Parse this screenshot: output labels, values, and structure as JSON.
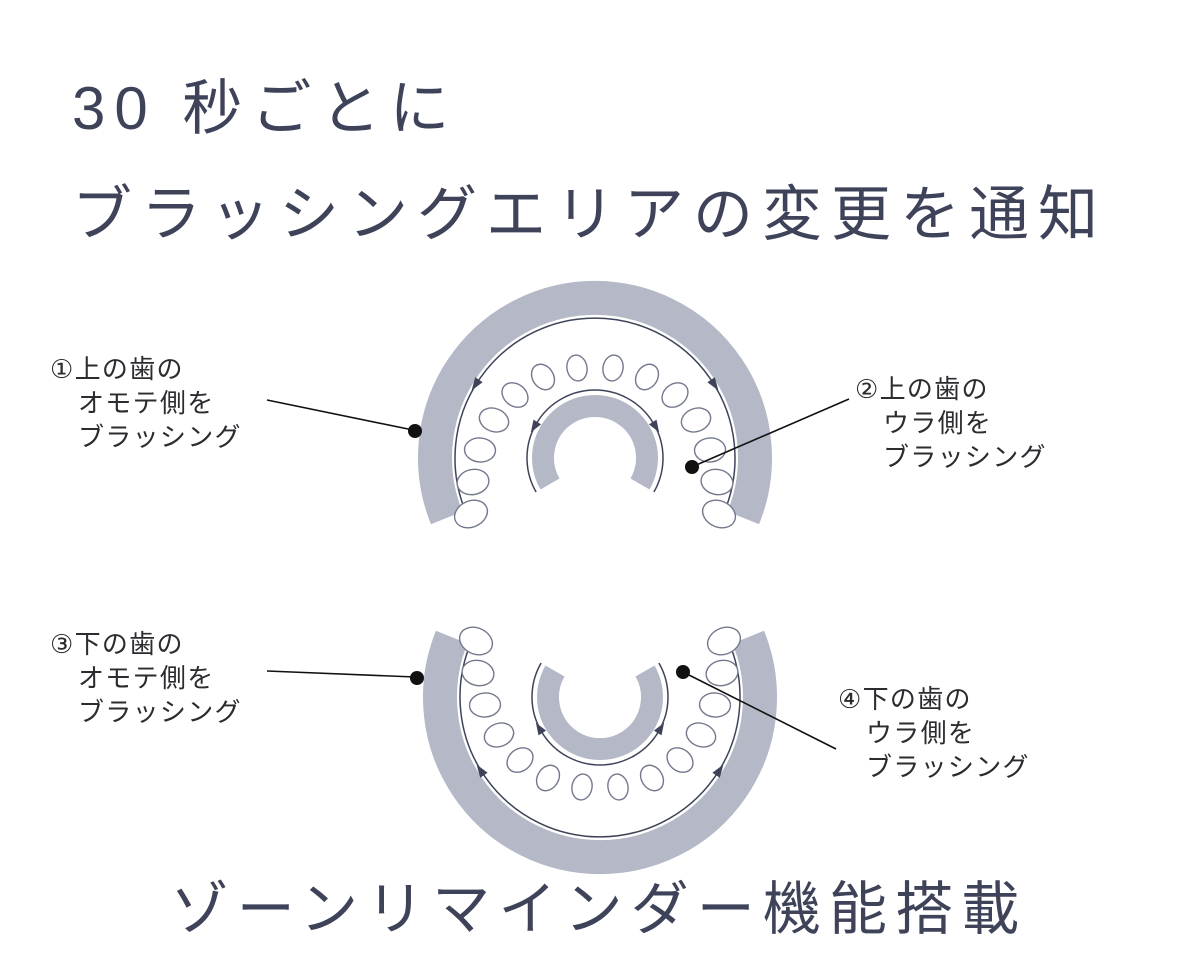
{
  "header": {
    "title_line1": "30 秒ごとに",
    "title_line2": "ブラッシングエリアの変更を通知"
  },
  "footer": {
    "title": "ゾーンリマインダー機能搭載"
  },
  "annotations": [
    {
      "lines": [
        "①上の歯の",
        "オモテ側を",
        "ブラッシング"
      ]
    },
    {
      "lines": [
        "②上の歯の",
        "ウラ側を",
        "ブラッシング"
      ]
    },
    {
      "lines": [
        "③下の歯の",
        "オモテ側を",
        "ブラッシング"
      ]
    },
    {
      "lines": [
        "④下の歯の",
        "ウラ側を",
        "ブラッシング"
      ]
    }
  ],
  "colors": {
    "title": "#3e4359",
    "band": "#b5b9c7",
    "arrow": "#3e4359",
    "label_text": "#2b2b30",
    "pointer": "#111111"
  }
}
